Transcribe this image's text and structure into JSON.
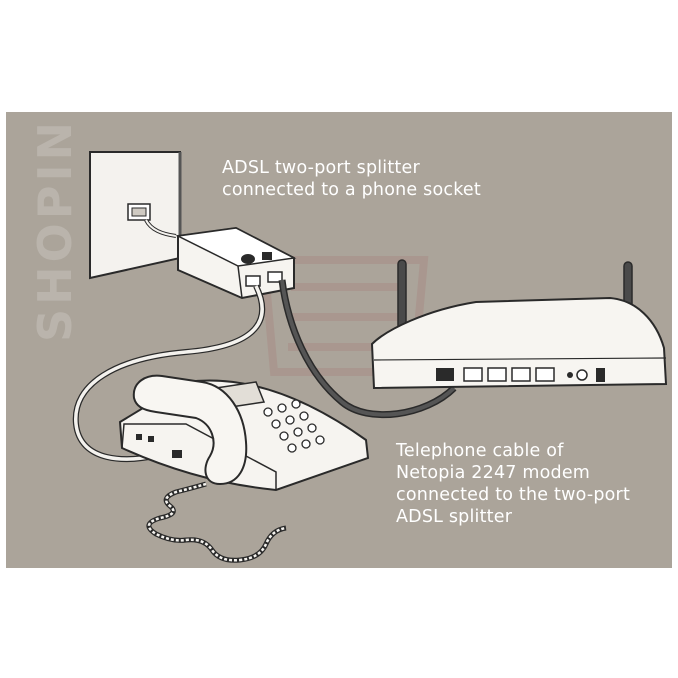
{
  "captions": {
    "splitter": [
      "ADSL two-port splitter",
      "connected to a phone socket"
    ],
    "cable": [
      "Telephone cable of",
      "Netopia 2247 modem",
      "connected to the two-port",
      "ADSL splitter"
    ]
  },
  "watermark": "SHOPIN",
  "colors": {
    "background": "#aba49a",
    "caption_text": "#ffffff",
    "device_fill": "#f4f2ee",
    "outline": "#2a2a2a",
    "dark_cable": "#333333"
  }
}
